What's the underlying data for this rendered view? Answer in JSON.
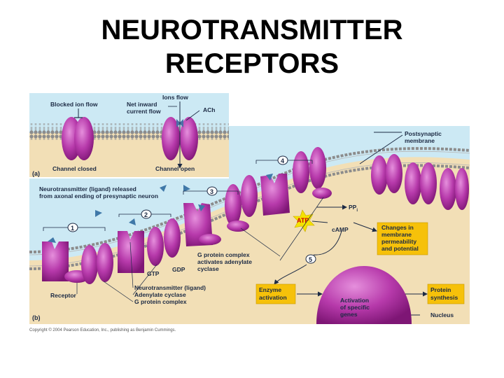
{
  "title_lines": [
    "NEUROTRANSMITTER",
    "RECEPTORS"
  ],
  "colors": {
    "cytoplasm": "#f2dfb6",
    "extracellular": "#cce9f4",
    "membrane_head": "#8a8a8a",
    "receptor": "#a6259a",
    "receptor_light": "#cf6bc7",
    "box_fill": "#f6c10a",
    "atp_star": "#f4e200",
    "label_text": "#1c2a44"
  },
  "panel_a": {
    "panel_label": "(a)",
    "blocked_ion_flow": "Blocked ion flow",
    "ions_flow": "Ions flow",
    "net_inward_line1": "Net inward",
    "net_inward_line2": "current flow",
    "ach": "ACh",
    "channel_closed": "Channel closed",
    "channel_open": "Channel open"
  },
  "panel_b": {
    "panel_label": "(b)",
    "nt_released_line1": "Neurotransmitter (ligand) released",
    "nt_released_line2": "from axonal ending of presynaptic neuron",
    "postsynaptic_line1": "Postsynaptic",
    "postsynaptic_line2": "membrane",
    "steps": [
      "1",
      "2",
      "3",
      "4",
      "5"
    ],
    "ppi": "PP",
    "ppi_sub": "i",
    "atp": "ATP",
    "camp": "cAMP",
    "gtp": "GTP",
    "gdp": "GDP",
    "g_protein_line1": "G protein complex",
    "g_protein_line2": "activates adenylate",
    "g_protein_line3": "cyclase",
    "changes_line1": "Changes in",
    "changes_line2": "membrane",
    "changes_line3": "permeability",
    "changes_line4": "and potential",
    "enzyme_line1": "Enzyme",
    "enzyme_line2": "activation",
    "activation_line1": "Activation",
    "activation_line2": "of specific",
    "activation_line3": "genes",
    "protein_line1": "Protein",
    "protein_line2": "synthesis",
    "nucleus": "Nucleus",
    "receptor": "Receptor",
    "legend_nt": "Neurotransmitter (ligand)",
    "legend_ac": "Adenylate cyclase",
    "legend_gp": "G protein complex"
  },
  "copyright": "Copyright © 2004 Pearson Education, Inc., publishing as Benjamin Cummings."
}
